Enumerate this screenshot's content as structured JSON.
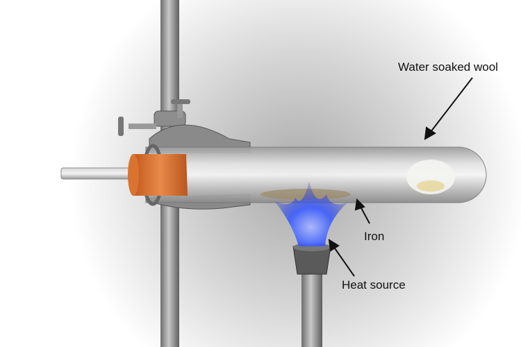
{
  "labels": {
    "wool": "Water soaked wool",
    "iron": "Iron",
    "heat": "Heat source"
  },
  "colors": {
    "stopper": "#d9732f",
    "flame": "#3a5cff",
    "metal": "#8a8a8a",
    "background_glow": "#bdbdbd"
  }
}
